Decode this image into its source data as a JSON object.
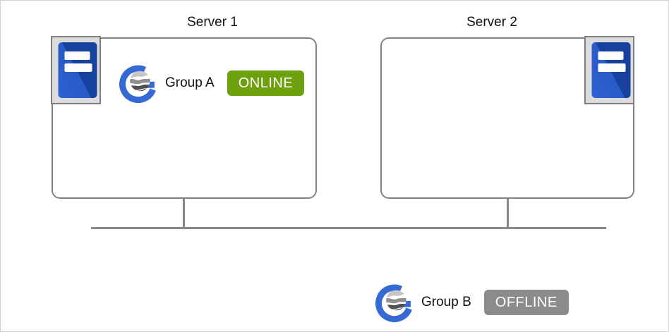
{
  "servers": [
    {
      "name": "Server 1"
    },
    {
      "name": "Server 2"
    }
  ],
  "groups": [
    {
      "name": "Group A",
      "status": "ONLINE",
      "status_color": "#6ea10e",
      "located_in": "Server 1"
    },
    {
      "name": "Group B",
      "status": "OFFLINE",
      "status_color": "#8b8b8b",
      "located_in": ""
    }
  ],
  "icons": {
    "server": "server-tower-icon",
    "group": "group-globe-g-icon"
  },
  "colors": {
    "box_border": "#828282",
    "line": "#8a8a8a",
    "server_icon_blue_light": "#2e62d2",
    "server_icon_blue_dark": "#16419f",
    "server_icon_frame_fill": "#dcdcdc",
    "group_logo_blue": "#3569d3",
    "online_green": "#6ea10e",
    "offline_gray": "#8b8b8b",
    "canvas_border": "#d1d1d1"
  }
}
